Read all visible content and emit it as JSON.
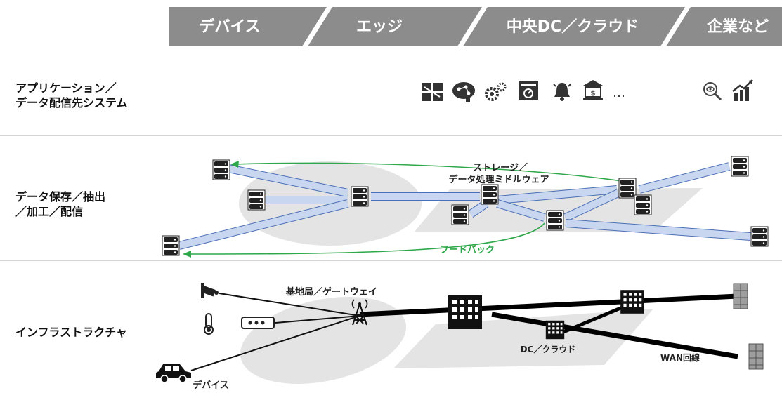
{
  "banner": {
    "segments": [
      "デバイス",
      "エッジ",
      "中央DC／クラウド",
      "企業など"
    ],
    "color": "#8c8c8c",
    "text_color": "#ffffff"
  },
  "layers": {
    "applications": {
      "line1": "アプリケーション／",
      "line2": "データ配信先システム"
    },
    "data": {
      "line1": "データ保存／抽出",
      "line2": "／加工／配信"
    },
    "infra": {
      "line1": "インフラストラクチャ"
    }
  },
  "app_icons": [
    "puzzle-icon",
    "brain-network-icon",
    "gears-icon",
    "dashboard-icon",
    "alarm-bell-icon",
    "bank-icon",
    "ellipsis-icon",
    "magnifier-eye-icon",
    "growth-chart-icon"
  ],
  "app_ellipsis": "…",
  "data_layer": {
    "middleware_line1": "ストレージ／",
    "middleware_line2": "データ処理ミドルウェア",
    "feedback": "フードバック",
    "pipe_color": "#c9d6f0",
    "pipe_stroke": "#4a6fb5",
    "arrow_color": "#2ea84a"
  },
  "infra_layer": {
    "basestation": "基地局／ゲートウェイ",
    "dc_cloud": "DC／クラウド",
    "wan": "WAN回線",
    "device": "デバイス"
  }
}
